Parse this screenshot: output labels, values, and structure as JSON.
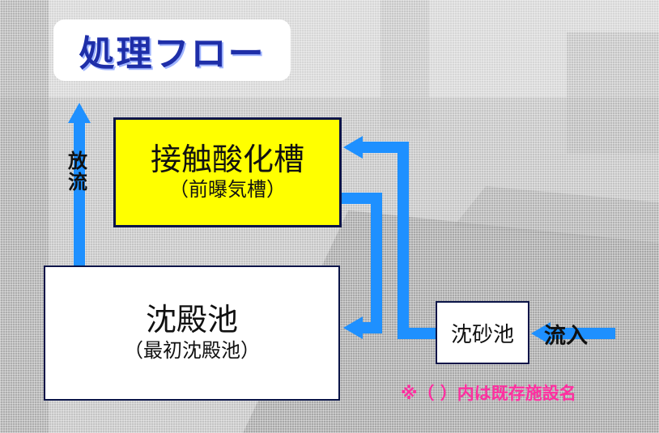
{
  "title": "処理フロー",
  "nodes": {
    "contact_tank": {
      "name": "接触酸化槽",
      "sub": "（前曝気槽）",
      "fill": "#ffff00"
    },
    "sedimentation": {
      "name": "沈殿池",
      "sub": "（最初沈殿池）",
      "fill": "#ffffff"
    },
    "grit_chamber": {
      "name": "沈砂池",
      "fill": "#ffffff"
    }
  },
  "labels": {
    "discharge_chars": [
      "放",
      "流"
    ],
    "inflow": "流入",
    "note": "※（ ）内は既存施設名"
  },
  "colors": {
    "arrow": "#1e90ff",
    "title": "#1e2ea8",
    "note": "#ff2fa0"
  },
  "edges": [
    {
      "from": "inflow",
      "to": "grit_chamber"
    },
    {
      "from": "grit_chamber",
      "to": "contact_tank"
    },
    {
      "from": "contact_tank",
      "to": "sedimentation"
    },
    {
      "from": "sedimentation",
      "to": "discharge"
    }
  ]
}
